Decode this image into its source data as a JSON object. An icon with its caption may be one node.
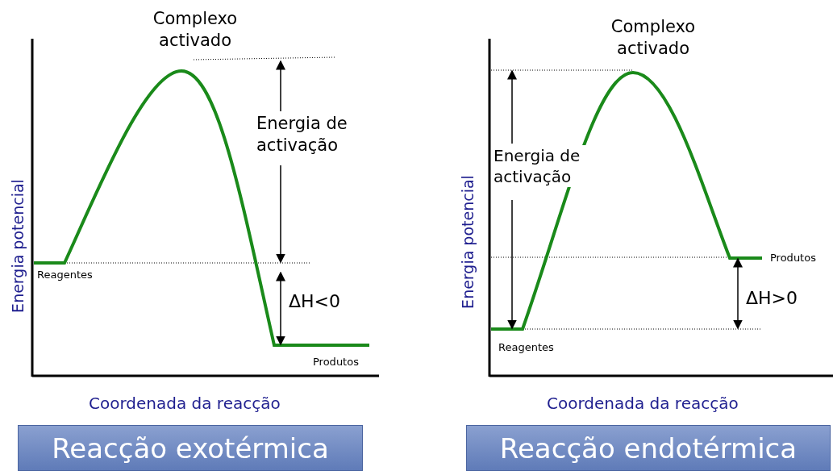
{
  "diagram": {
    "nodes": [
      {
        "text": [
          "Reacção exotérmica"
        ]
      },
      {
        "text": [
          "Reacção endotérmica"
        ]
      }
    ],
    "labels": [
      "Complexo activado",
      "Energia de activação",
      "Energia potencial",
      "Reagentes",
      "ΔH<0",
      "Produtos",
      "Coordenada da reacção",
      "Complexo activado",
      "Energia de activação",
      "Energia potencial",
      "Produtos",
      "ΔH>0",
      "Reagentes",
      "Coordenada da reacção"
    ]
  }
}
